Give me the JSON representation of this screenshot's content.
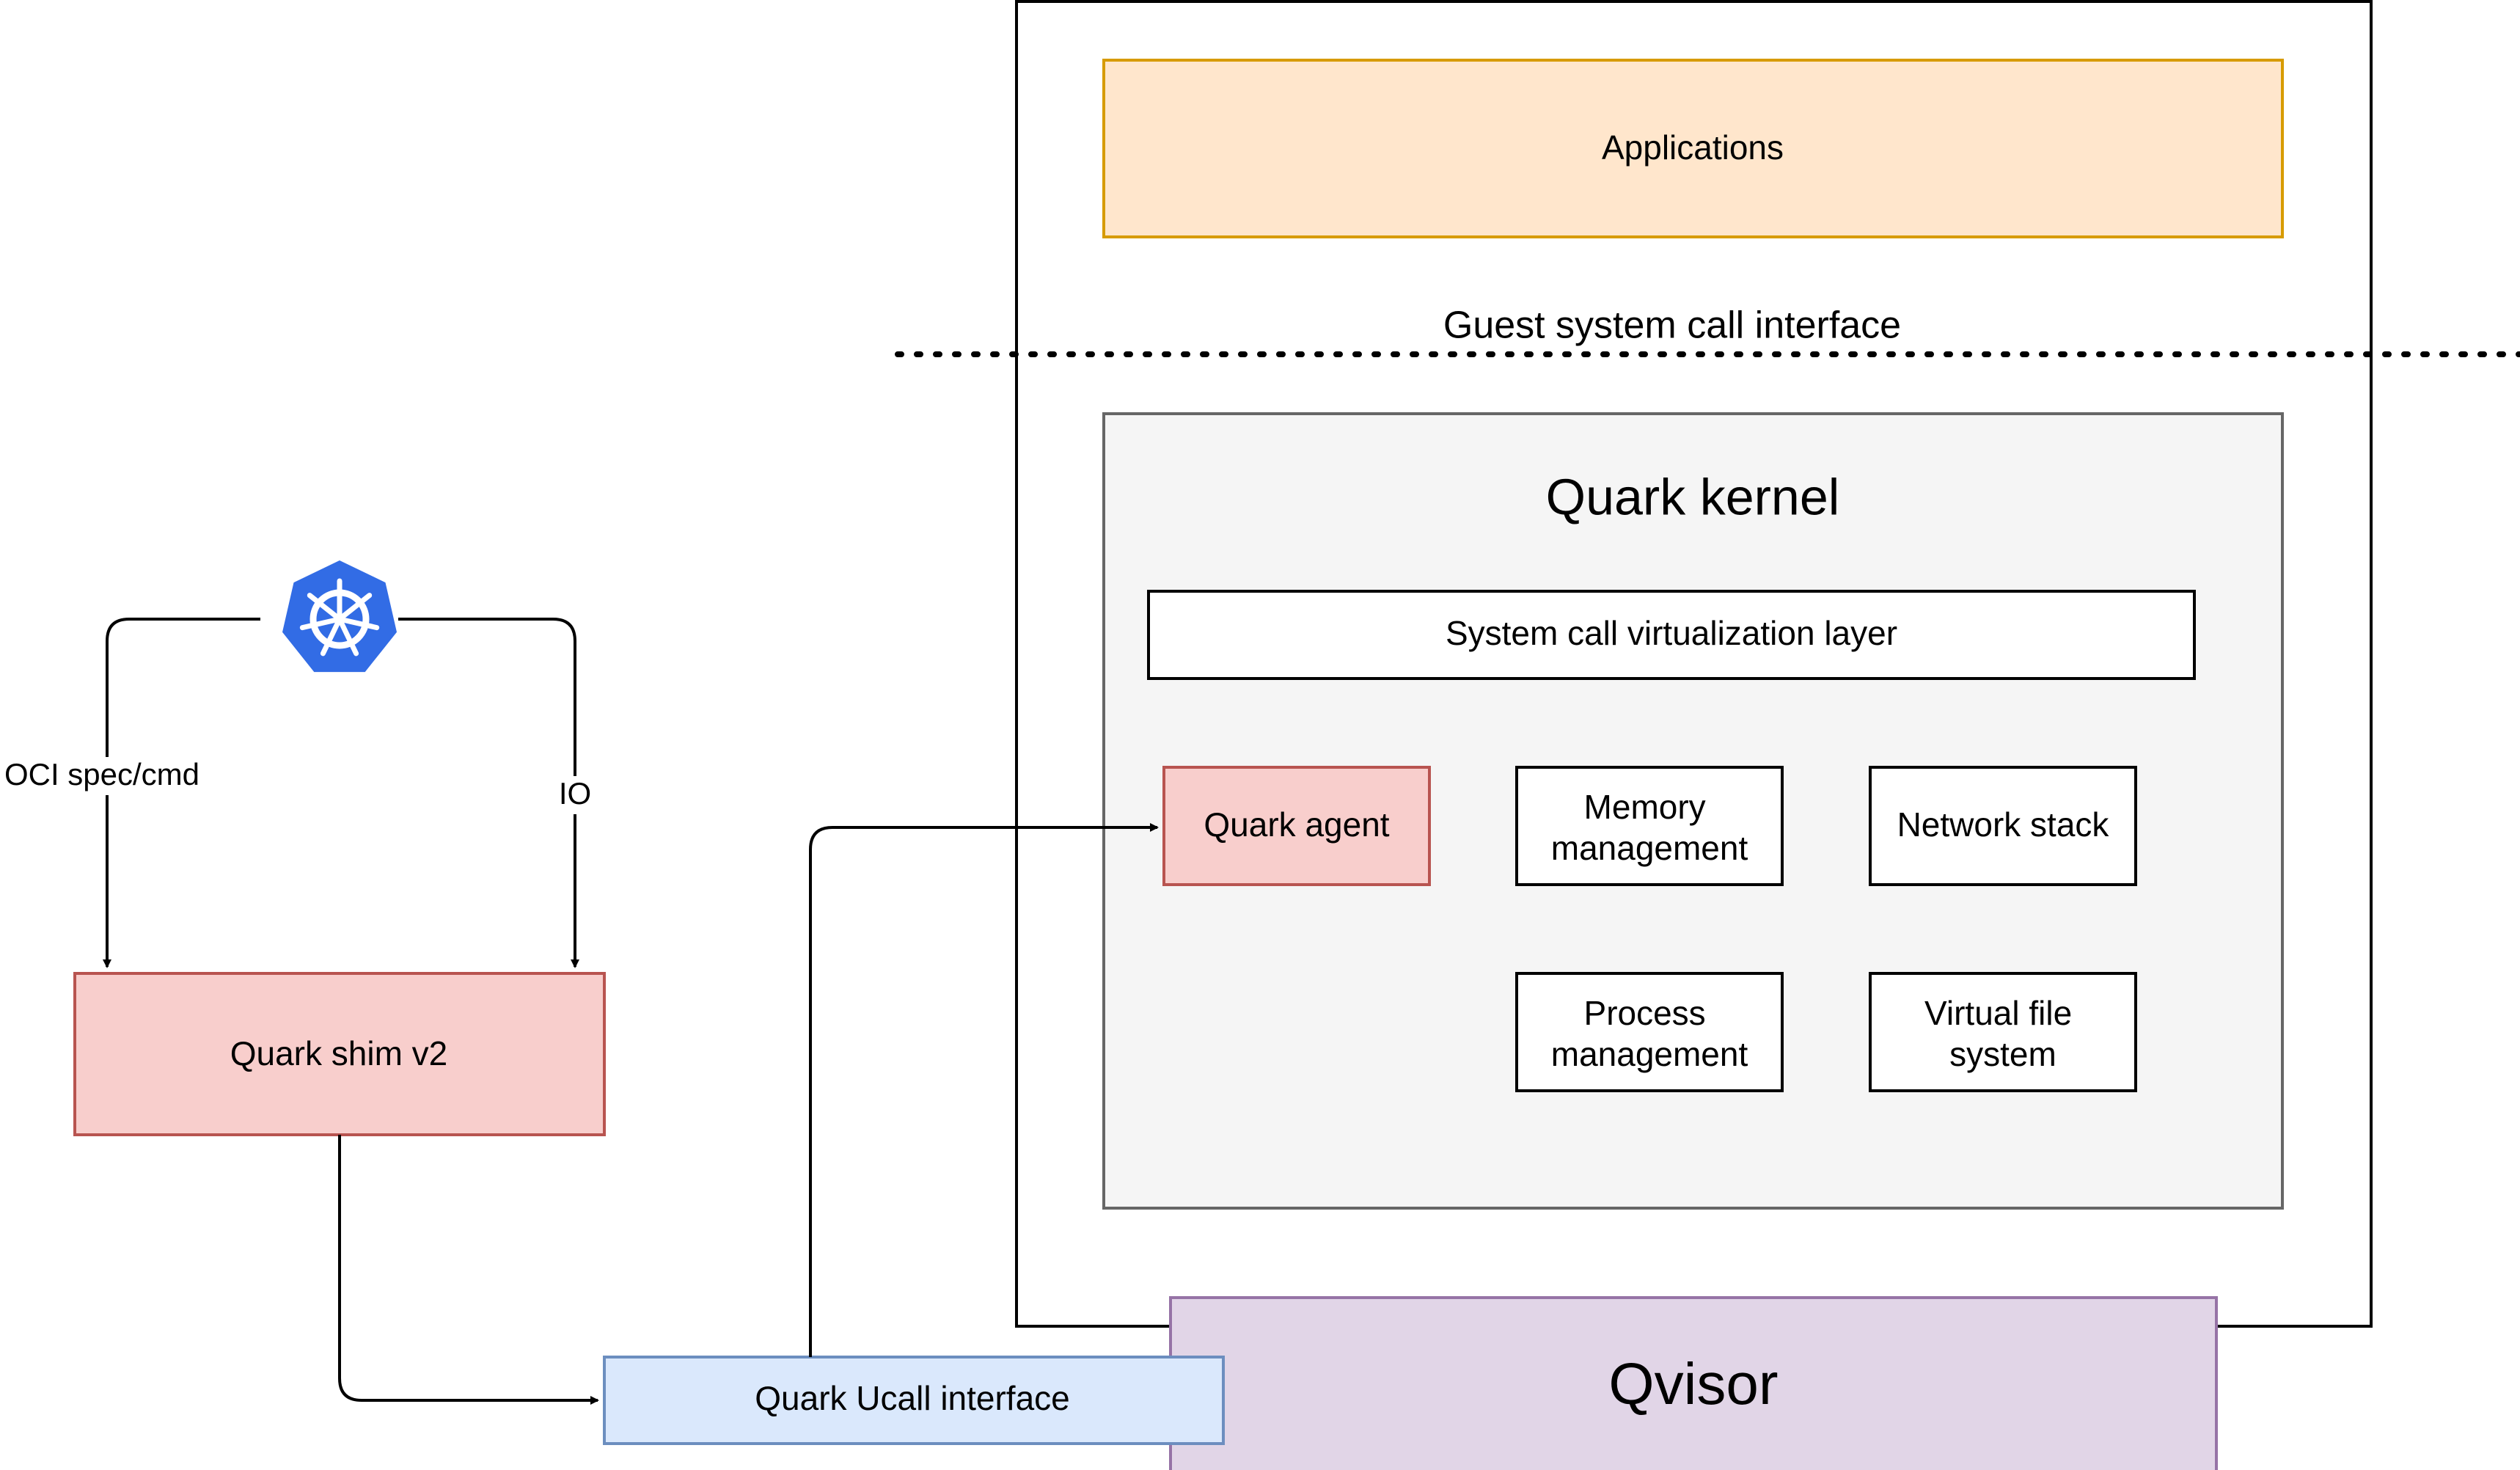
{
  "colors": {
    "applications_fill": "#ffe6cc",
    "applications_stroke": "#d79b00",
    "kernel_fill": "#f5f5f5",
    "kernel_stroke": "#666666",
    "red_fill": "#f8cecc",
    "red_stroke": "#b85450",
    "blue_fill": "#dae8fc",
    "blue_stroke": "#6c8ebf",
    "purple_fill": "#e1d5e7",
    "purple_stroke": "#9673a6",
    "k8s_blue": "#326ce5"
  },
  "labels": {
    "applications": "Applications",
    "guest_syscall": "Guest system call interface",
    "quark_kernel": "Quark kernel",
    "syscall_virt": "System call virtualization layer",
    "quark_agent": "Quark agent",
    "memory_mgmt": [
      "Memory",
      "management"
    ],
    "network_stack": "Network stack",
    "process_mgmt": [
      "Process",
      "management"
    ],
    "vfs": [
      "Virtual file",
      "system"
    ],
    "quark_shim": "Quark shim v2",
    "quark_ucall": "Quark Ucall interface",
    "qvisor": "Qvisor",
    "oci_edge": "OCI spec/cmd",
    "io_edge": "IO"
  },
  "icons": {
    "kubernetes": "kubernetes-helm-icon"
  }
}
